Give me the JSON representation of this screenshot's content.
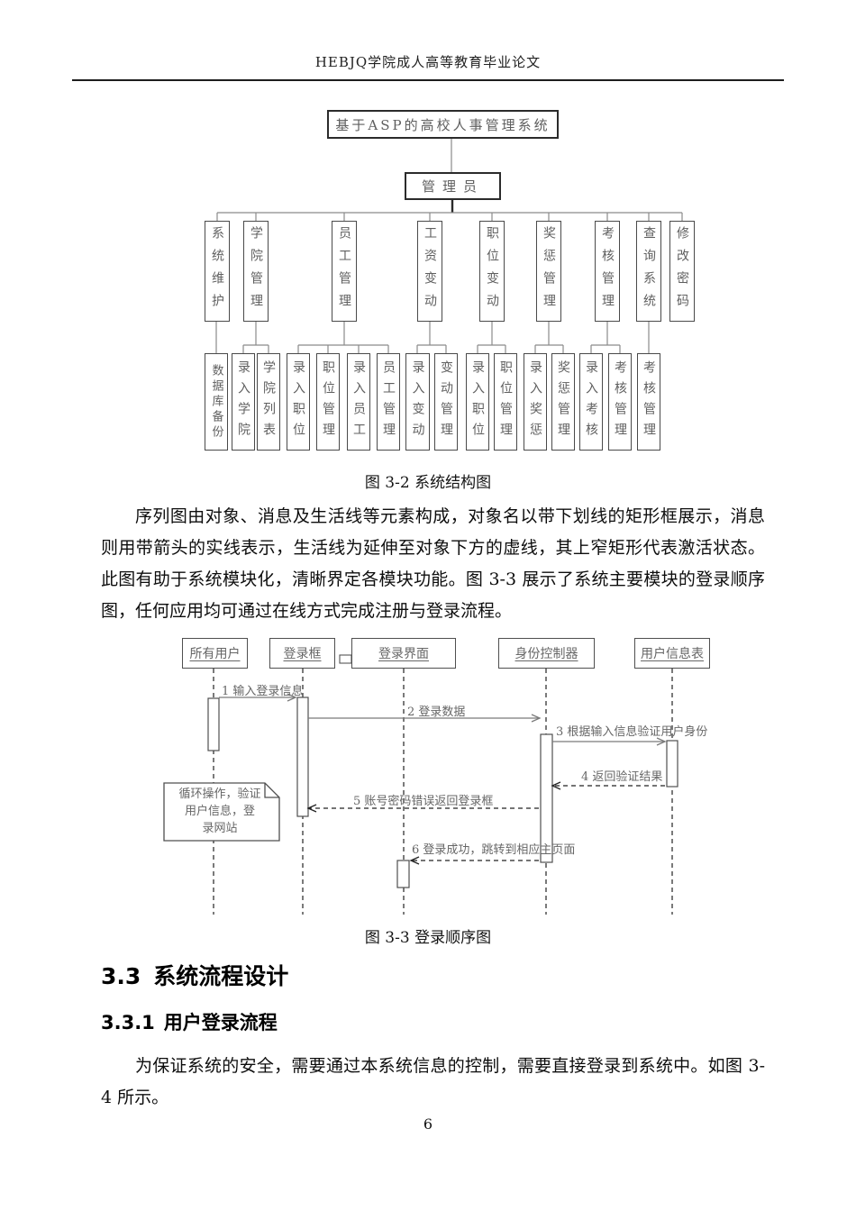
{
  "header": {
    "title": "HEBJQ学院成人高等教育毕业论文"
  },
  "org_chart": {
    "caption": "图 3-2 系统结构图",
    "root": "基于ASP的高校人事管理系统",
    "admin": "管理员",
    "level2": [
      {
        "label": "系统维护"
      },
      {
        "label": "学院管理"
      },
      {
        "label": "员工管理"
      },
      {
        "label": "工资变动"
      },
      {
        "label": "职位变动"
      },
      {
        "label": "奖惩管理"
      },
      {
        "label": "考核管理"
      },
      {
        "label": "查询系统"
      },
      {
        "label": "修改密码"
      }
    ],
    "level3": [
      {
        "label": "数据库备份"
      },
      {
        "label": "录入学院"
      },
      {
        "label": "学院列表"
      },
      {
        "label": "录入职位"
      },
      {
        "label": "职位管理"
      },
      {
        "label": "录入员工"
      },
      {
        "label": "员工管理"
      },
      {
        "label": "录入变动"
      },
      {
        "label": "变动管理"
      },
      {
        "label": "录入职位"
      },
      {
        "label": "职位管理"
      },
      {
        "label": "录入奖惩"
      },
      {
        "label": "奖惩管理"
      },
      {
        "label": "录入考核"
      },
      {
        "label": "考核管理"
      },
      {
        "label": "考核管理"
      }
    ]
  },
  "paragraphs": {
    "p1": "序列图由对象、消息及生活线等元素构成，对象名以带下划线的矩形框展示，消息则用带箭头的实线表示，生活线为延伸至对象下方的虚线，其上窄矩形代表激活状态。此图有助于系统模块化，清晰界定各模块功能。图 3-3 展示了系统主要模块的登录顺序图，任何应用均可通过在线方式完成注册与登录流程。",
    "p2": "为保证系统的安全，需要通过本系统信息的控制，需要直接登录到系统中。如图 3-4 所示。"
  },
  "sequence": {
    "caption": "图 3-3 登录顺序图",
    "objects": [
      {
        "label": "所有用户"
      },
      {
        "label": "登录框"
      },
      {
        "label": "登录界面"
      },
      {
        "label": "身份控制器"
      },
      {
        "label": "用户信息表"
      }
    ],
    "messages": [
      {
        "label": "1 输入登录信息"
      },
      {
        "label": "2 登录数据"
      },
      {
        "label": "3 根据输入信息验证用户身份"
      },
      {
        "label": "4 返回验证结果"
      },
      {
        "label": "5 账号密码错误返回登录框"
      },
      {
        "label": "6 登录成功，跳转到相应主页面"
      }
    ],
    "note": "循环操作，验证\n用户信息，登\n录网站"
  },
  "sections": {
    "s33": {
      "number": "3.3",
      "title": "系统流程设计"
    },
    "s331": {
      "number": "3.3.1",
      "title": "用户登录流程"
    }
  },
  "page_number": "6"
}
